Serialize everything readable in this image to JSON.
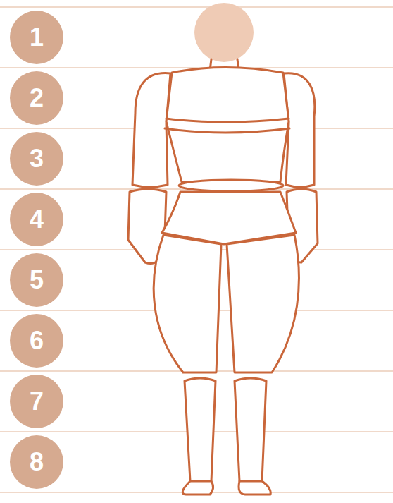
{
  "diagram": {
    "nodes": [
      {
        "text": [
          "1"
        ]
      },
      {
        "text": [
          "2"
        ]
      },
      {
        "text": [
          "3"
        ]
      },
      {
        "text": [
          "4"
        ]
      },
      {
        "text": [
          "5"
        ]
      },
      {
        "text": [
          "6"
        ]
      },
      {
        "text": [
          "7"
        ]
      },
      {
        "text": [
          "8"
        ]
      }
    ]
  }
}
